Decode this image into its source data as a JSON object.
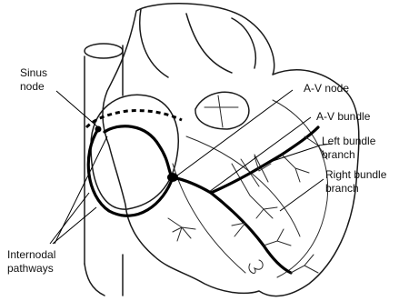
{
  "labels": {
    "sinus_node": [
      "Sinus",
      "node"
    ],
    "av_node": "A-V node",
    "av_bundle": "A-V bundle",
    "left_bundle_branch": [
      "Left bundle",
      "branch"
    ],
    "right_bundle_branch": [
      "Right bundle",
      "branch"
    ],
    "internodal_pathways": [
      "Internodal",
      "pathways"
    ]
  }
}
